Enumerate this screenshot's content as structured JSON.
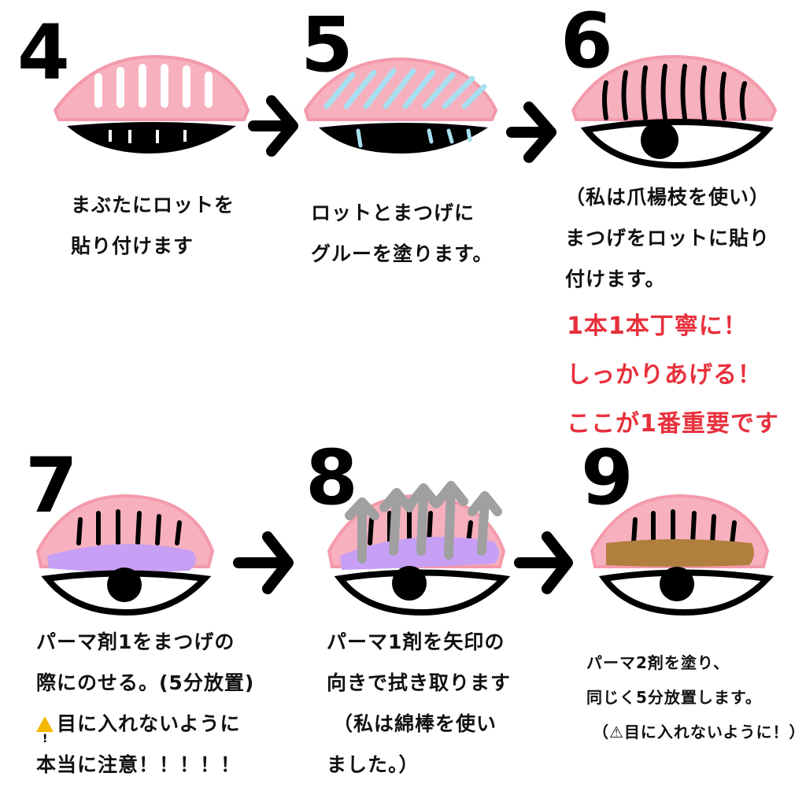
{
  "steps": [
    {
      "number": "4",
      "lines": [
        "まぶたにロットを",
        "貼り付けます"
      ]
    },
    {
      "number": "5",
      "lines": [
        "ロットとまつげに",
        "グルーを塗ります。"
      ]
    },
    {
      "number": "6",
      "lines": [
        "（私は爪楊枝を使い）",
        "まつげをロットに貼り",
        "付けます。"
      ],
      "emphasis": [
        "1本1本丁寧に！",
        "しっかりあげる！",
        "ここが1番重要です"
      ]
    },
    {
      "number": "7",
      "lines": [
        "パーマ剤1をまつげの",
        "際にのせる。(5分放置)"
      ],
      "warning_lines": [
        "目に入れないように",
        "本当に注意！！！！！"
      ]
    },
    {
      "number": "8",
      "lines": [
        "パーマ1剤を矢印の",
        "向きで拭き取ります",
        "（私は綿棒を使い",
        "ました。）"
      ]
    },
    {
      "number": "9",
      "lines": [
        "パーマ2剤を塗り、",
        "同じく5分放置します。",
        "（⚠目に入れないように！）"
      ]
    }
  ],
  "icons": [
    "arrow-right-icon",
    "warning-icon",
    "up-arrow-icon"
  ],
  "colors": {
    "rod_pink": "#f7b0bd",
    "glue_blue": "#a8dff0",
    "perm1_purple": "#c7a0f5",
    "perm2_brown": "#b07f3e",
    "wipe_arrow_gray": "#a0a0a0",
    "emphasis_red": "#e8303c"
  }
}
